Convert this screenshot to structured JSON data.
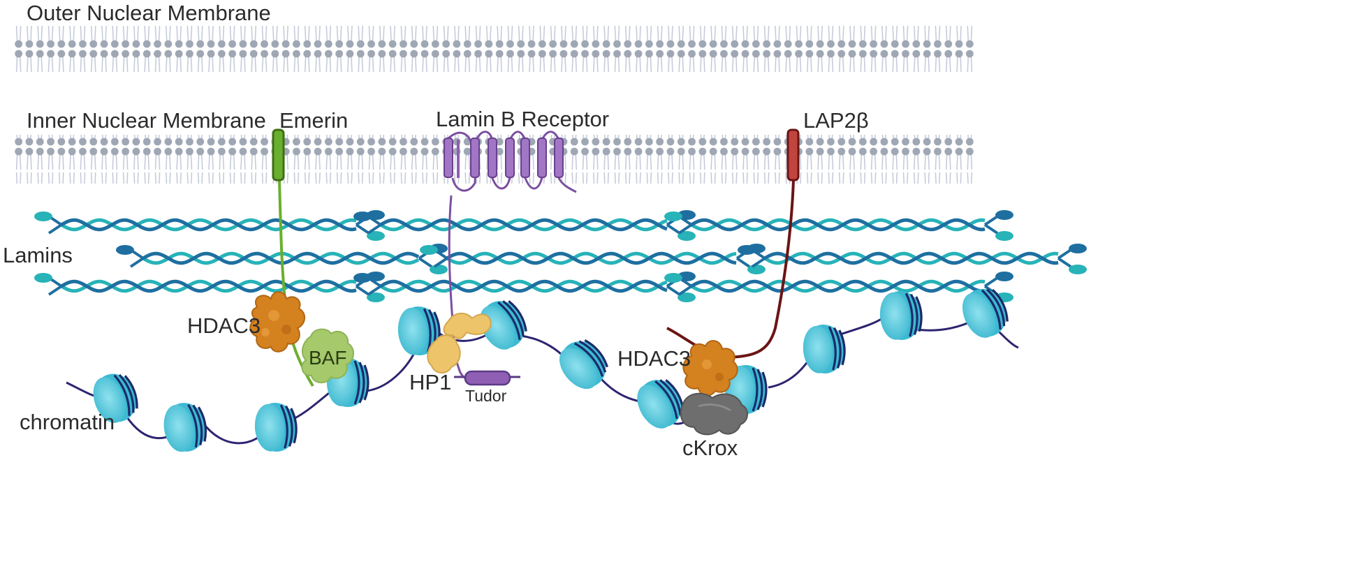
{
  "labels": {
    "outer_membrane": "Outer Nuclear Membrane",
    "inner_membrane": "Inner Nuclear Membrane",
    "emerin": "Emerin",
    "lamin_b_receptor": "Lamin B Receptor",
    "lap2b": "LAP2β",
    "lamins": "Lamins",
    "hdac3_left": "HDAC3",
    "baf": "BAF",
    "hp1": "HP1",
    "tudor": "Tudor",
    "hdac3_right": "HDAC3",
    "chromatin": "chromatin",
    "ckrox": "cKrox"
  },
  "colors": {
    "lipid_head": "#9fa7b5",
    "lipid_tail": "#c2c8d8",
    "lamin_dark": "#1e6fa0",
    "lamin_light": "#27b3b8",
    "emerin": "#6aae2e",
    "lbr": "#8e5fb2",
    "lap2b": "#b3403b",
    "lap2b_strand": "#6b1414",
    "hdac3": "#d4811f",
    "baf": "#a5c96b",
    "hp1": "#eec46a",
    "ckrox": "#707070",
    "nucleosome": "#4cc3d9",
    "dna": "#2d2470"
  }
}
